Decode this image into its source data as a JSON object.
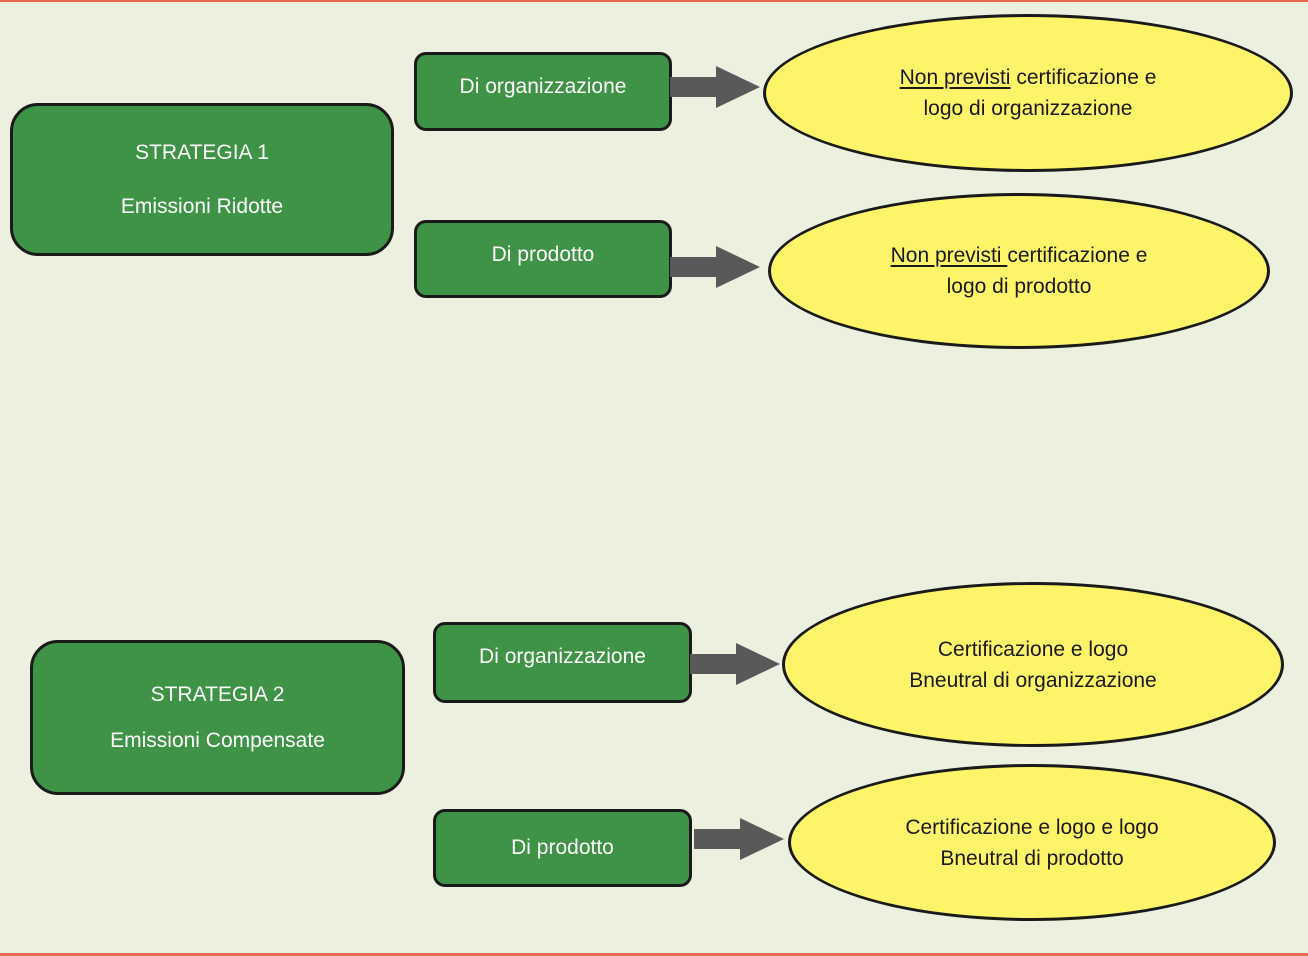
{
  "strategy1": {
    "title": "STRATEGIA 1",
    "subtitle": "Emissioni Ridotte",
    "organization_label": "Di organizzazione",
    "product_label": "Di prodotto",
    "organization_result": {
      "underlined": "Non previsti",
      "rest": " certificazione e",
      "line2": "logo di organizzazione"
    },
    "product_result": {
      "underlined": "Non previsti ",
      "rest": "certificazione e",
      "line2": "logo di prodotto"
    }
  },
  "strategy2": {
    "title": "STRATEGIA 2",
    "subtitle": "Emissioni Compensate",
    "organization_label": "Di organizzazione",
    "product_label": "Di prodotto",
    "organization_result": {
      "line1": "Certificazione e logo",
      "line2": "Bneutral di organizzazione"
    },
    "product_result": {
      "line1": "Certificazione e logo e logo",
      "line2": "Bneutral di prodotto"
    }
  },
  "colors": {
    "background": "#ebf1de",
    "box_fill": "#3f9347",
    "ellipse_fill": "#fdf46a",
    "arrow": "#595959",
    "border_accent": "#e8694f"
  }
}
